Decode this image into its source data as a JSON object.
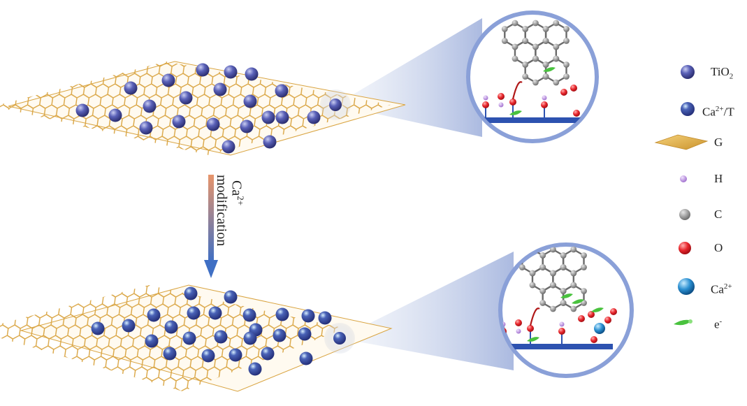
{
  "arrow": {
    "ion": "Ca",
    "ion_charge": "2+",
    "word": "modification",
    "colors": {
      "start": "#e8956b",
      "end": "#3f6fc4"
    }
  },
  "legend": {
    "items": [
      {
        "id": "tio2",
        "label": "TiO",
        "sub": "2",
        "sup": "",
        "icon": "tio2-sphere-icon"
      },
      {
        "id": "cat",
        "label": "Ca",
        "sub": "",
        "sup": "2+",
        "tail": "/T",
        "icon": "ca-tio2-sphere-icon"
      },
      {
        "id": "g",
        "label": "G",
        "sub": "",
        "sup": "",
        "icon": "graphene-sheet-icon"
      },
      {
        "id": "h",
        "label": "H",
        "sub": "",
        "sup": "",
        "icon": "hydrogen-atom-icon"
      },
      {
        "id": "c",
        "label": "C",
        "sub": "",
        "sup": "",
        "icon": "carbon-atom-icon"
      },
      {
        "id": "o",
        "label": "O",
        "sub": "",
        "sup": "",
        "icon": "oxygen-atom-icon"
      },
      {
        "id": "ca",
        "label": "Ca",
        "sub": "",
        "sup": "2+",
        "icon": "calcium-ion-icon"
      },
      {
        "id": "e",
        "label": "e",
        "sub": "",
        "sup": "-",
        "icon": "electron-icon"
      }
    ]
  },
  "colors": {
    "graphene": "#d9a441",
    "tio2": "#4a4fa0",
    "hydrogen": "#b58ad6",
    "carbon": "#8c8c8c",
    "oxygen": "#e0242b",
    "calcium": "#2a8fd1",
    "electron": "#49c23e",
    "substrate": "#2d52b0",
    "bond": "#b01818"
  }
}
